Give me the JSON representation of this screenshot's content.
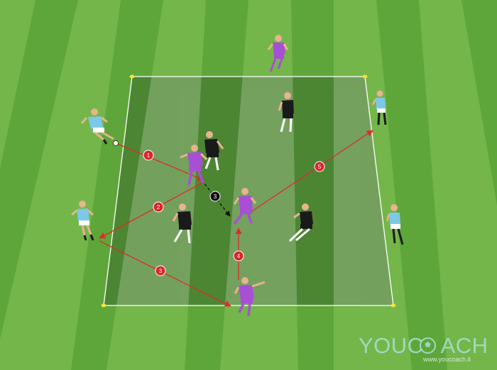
{
  "colors": {
    "grass_light": "#74b64a",
    "grass_dark": "#5fa63a",
    "area_fill": "#3d6b2e",
    "line_white": "#ffffff",
    "arrow_red": "#e02a2a",
    "badge_red": "#d9262b",
    "badge_black": "#111111",
    "cone_yellow": "#f2e33a",
    "team_purple": "#a84fd6",
    "team_sky": "#7cc8e8",
    "team_black": "#1a1a1a"
  },
  "players": {
    "purple": [
      "purple-player-top",
      "purple-player-center-left",
      "purple-player-center",
      "purple-player-bottom"
    ],
    "sky_blue": [
      "sky-player-left-top",
      "sky-player-left-mid",
      "sky-player-right-top",
      "sky-player-right-mid"
    ],
    "black": [
      "black-defender-1",
      "black-defender-2",
      "black-defender-3",
      "black-defender-4"
    ]
  },
  "passes": [
    {
      "number": "1",
      "kind": "pass"
    },
    {
      "number": "2",
      "kind": "pass"
    },
    {
      "number": "3",
      "kind": "pass"
    },
    {
      "number": "3",
      "kind": "movement"
    },
    {
      "number": "4",
      "kind": "pass"
    },
    {
      "number": "5",
      "kind": "pass"
    }
  ],
  "logo": {
    "brand_you": "YOUC",
    "brand_ach": "ACH",
    "url": "www.youcoach.it"
  }
}
